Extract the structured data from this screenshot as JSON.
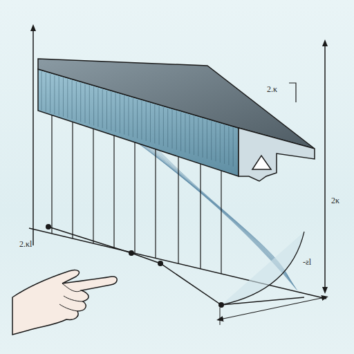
{
  "diagram": {
    "labels": [
      "2.κ",
      "2κ",
      "2.κl",
      "-ƨl"
    ]
  }
}
